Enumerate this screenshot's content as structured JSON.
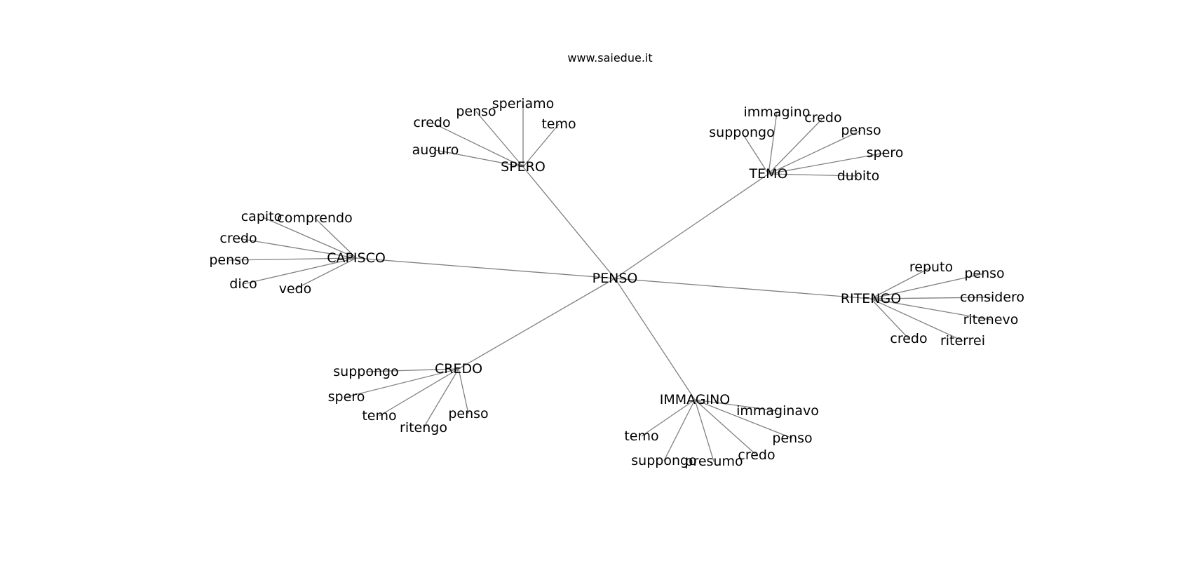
{
  "title": "www.saiedue.it",
  "colors": {
    "background": "#ffffff",
    "edge": "#808080",
    "text": "#000000"
  },
  "root": {
    "label": "PENSO"
  },
  "branches": [
    {
      "label": "SPERO",
      "children": [
        "auguro",
        "credo",
        "penso",
        "speriamo",
        "temo"
      ]
    },
    {
      "label": "TEMO",
      "children": [
        "suppongo",
        "immagino",
        "credo",
        "penso",
        "spero",
        "dubito"
      ]
    },
    {
      "label": "CAPISCO",
      "children": [
        "capito",
        "comprendo",
        "credo",
        "penso",
        "dico",
        "vedo"
      ]
    },
    {
      "label": "RITENGO",
      "children": [
        "reputo",
        "penso",
        "considero",
        "ritenevo",
        "riterrei",
        "credo"
      ]
    },
    {
      "label": "CREDO",
      "children": [
        "suppongo",
        "spero",
        "temo",
        "ritengo",
        "penso"
      ]
    },
    {
      "label": "IMMAGINO",
      "children": [
        "immaginavo",
        "penso",
        "credo",
        "presumo",
        "suppongo",
        "temo"
      ]
    }
  ]
}
